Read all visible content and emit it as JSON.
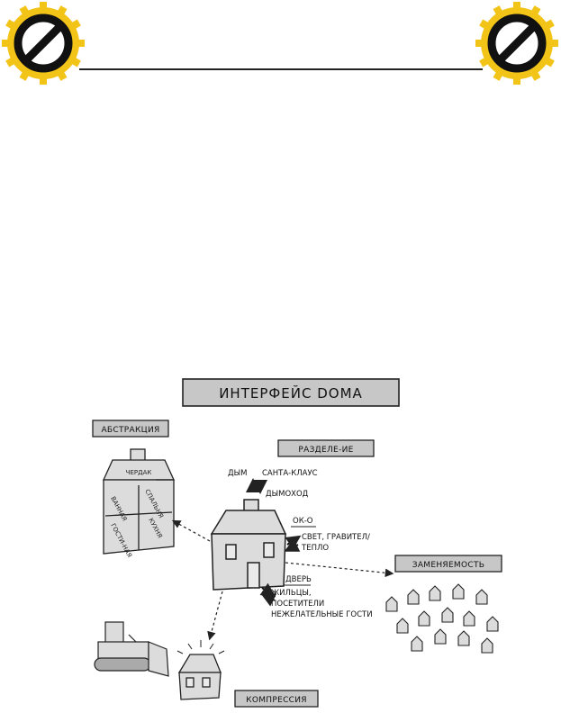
{
  "colors": {
    "badge_gold": "#f2c418",
    "badge_black": "#111111",
    "box_gray": "#c7c7c7",
    "house_gray": "#dcdcdc"
  },
  "icons": {
    "header_left": "prohibition-sign-icon",
    "header_right": "prohibition-sign-icon"
  },
  "diagram": {
    "title": "ИНТЕРФЕЙС DOMA",
    "abstraction": {
      "label": "АБСТРАКЦИЯ",
      "roof_label": "ЧЕРДАК",
      "rooms": [
        "ВАННАЯ",
        "СПАЛЬНЯ",
        "ГОСТИ-НАЯ",
        "КУХНЯ"
      ]
    },
    "separation": {
      "label": "РАЗДЕЛЕ-ИЕ",
      "smoke": "ДЫМ",
      "santa": "САНТА-КЛАУС",
      "chimney": "ДЫМОХОД",
      "window": "ОК-О",
      "window_items": [
        "СВЕТ, ГРАВИТЕЛ/",
        "ТЕПЛО"
      ],
      "door": "ДВЕРЬ",
      "door_items": [
        "ЖИЛЬЦЫ,",
        "ПОСЕТИТЕЛИ",
        "НЕЖЕЛАТЕЛЬНЫЕ ГОСТИ"
      ]
    },
    "replaceability": {
      "label": "ЗАМЕНЯЕМОСТЬ"
    },
    "compression": {
      "label": "КОМПРЕССИЯ"
    }
  }
}
